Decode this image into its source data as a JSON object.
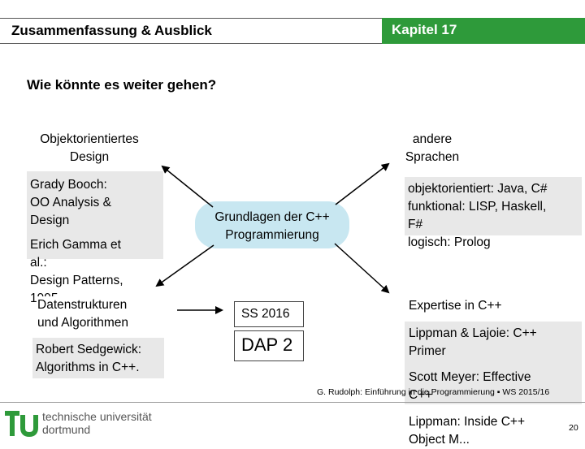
{
  "header": {
    "title": "Zusammenfassung & Ausblick",
    "chapter": "Kapitel 17"
  },
  "subtitle": "Wie könnte es weiter gehen?",
  "left": {
    "heading_line1": "Objektorientiertes",
    "heading_line2": "Design",
    "books": [
      "Grady Booch:",
      "OO Analysis &",
      "Design",
      "Erich Gamma et",
      "al.:",
      "Design Patterns,",
      "1995"
    ],
    "bottom_heading_line1": "Datenstrukturen",
    "bottom_heading_line2": "und Algorithmen",
    "bottom_book_line1": "Robert Sedgewick:",
    "bottom_book_line2": "Algorithms in C++."
  },
  "center": {
    "oval_line1": "Grundlagen der C++",
    "oval_line2": "Programmierung",
    "semester": "SS 2016",
    "course": "DAP 2"
  },
  "right": {
    "heading_line1": "andere",
    "heading_line2": "Sprachen",
    "languages": [
      "objektorientiert: Java, C#",
      "funktional: LISP, Haskell,",
      "F#",
      "logisch: Prolog"
    ],
    "expertise": "Expertise in C++",
    "books": [
      "Lippman & Lajoie: C++",
      "Primer",
      "Scott Meyer: Effective",
      "C++",
      "Lippman: Inside C++",
      "Object M..."
    ]
  },
  "footer": {
    "citation": "G. Rudolph: Einführung in die Programmierung ▪ WS 2015/16",
    "page": "20",
    "logo_line1": "technische universität",
    "logo_line2": "dortmund"
  },
  "colors": {
    "accent": "#2e9a3a",
    "oval": "#c8e7f1",
    "box": "#e8e8e8"
  }
}
